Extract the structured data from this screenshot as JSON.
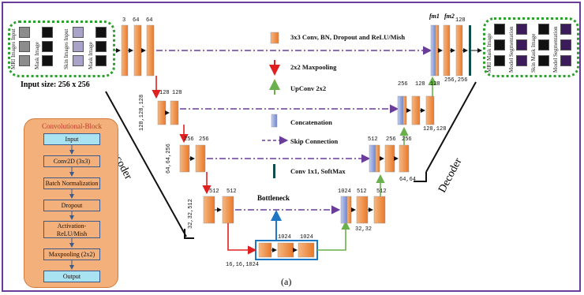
{
  "input": {
    "mri_label": "MRI Images Input",
    "mask_label": "Mask Image",
    "skin_label": "Skin Images Input",
    "mask_label2": "Mask Image",
    "size_label": "Input size: 256 x 256"
  },
  "output": {
    "labels": [
      "MRI Mask Image",
      "Model Segmentation",
      "Skin Mask Image",
      "Model Segmentation"
    ],
    "fm1": "fm1",
    "fm2": "fm2"
  },
  "conv_block": {
    "title": "Convolutional-Block",
    "steps": [
      "Input",
      "Conv2D (3x3)",
      "Batch Normalization",
      "Dropout",
      "Activation-ReLU/Mish",
      "Maxpooling (2x2)",
      "Output"
    ]
  },
  "legend": [
    {
      "label": "3x3 Conv, BN, Dropout and ReLU/Mish"
    },
    {
      "label": "2x2 Maxpooling"
    },
    {
      "label": "UpConv 2x2"
    },
    {
      "label": "Concatenation"
    },
    {
      "label": "Skip Connection"
    },
    {
      "label": "Conv 1x1, SoftMax"
    }
  ],
  "encoder_label": "Encoder",
  "decoder_label": "Decoder",
  "bottleneck_label": "Bottleneck",
  "caption": "(a)",
  "channels": {
    "enc1": [
      "3",
      "64",
      "64"
    ],
    "enc2": [
      "128",
      "128"
    ],
    "enc3": [
      "256",
      "256"
    ],
    "enc4": [
      "512",
      "512"
    ],
    "bott": [
      "1024",
      "1024"
    ],
    "dec4": [
      "1024",
      "512",
      "512"
    ],
    "dec3": [
      "512",
      "256",
      "256"
    ],
    "dec2": [
      "256",
      "128",
      "128"
    ],
    "dec1": [
      "128"
    ]
  },
  "dims": {
    "enc2": "128,128,128",
    "enc3": "64,64,256",
    "enc4": "32,32,512",
    "bott": "16,16,1024",
    "dec4": "32,32",
    "dec3": "64,64",
    "dec2": "128,128",
    "dec1": "256,256"
  },
  "colors": {
    "frame": "#6a3d9a",
    "conv": "#ee8a3c",
    "pool_arrow": "#e02020",
    "up_arrow": "#6ab04c",
    "skip": "#6a3d9a",
    "concat": "#7b8fd4",
    "softmax": "#0f4c4c",
    "bottleneck_box": "#1f77c4"
  }
}
